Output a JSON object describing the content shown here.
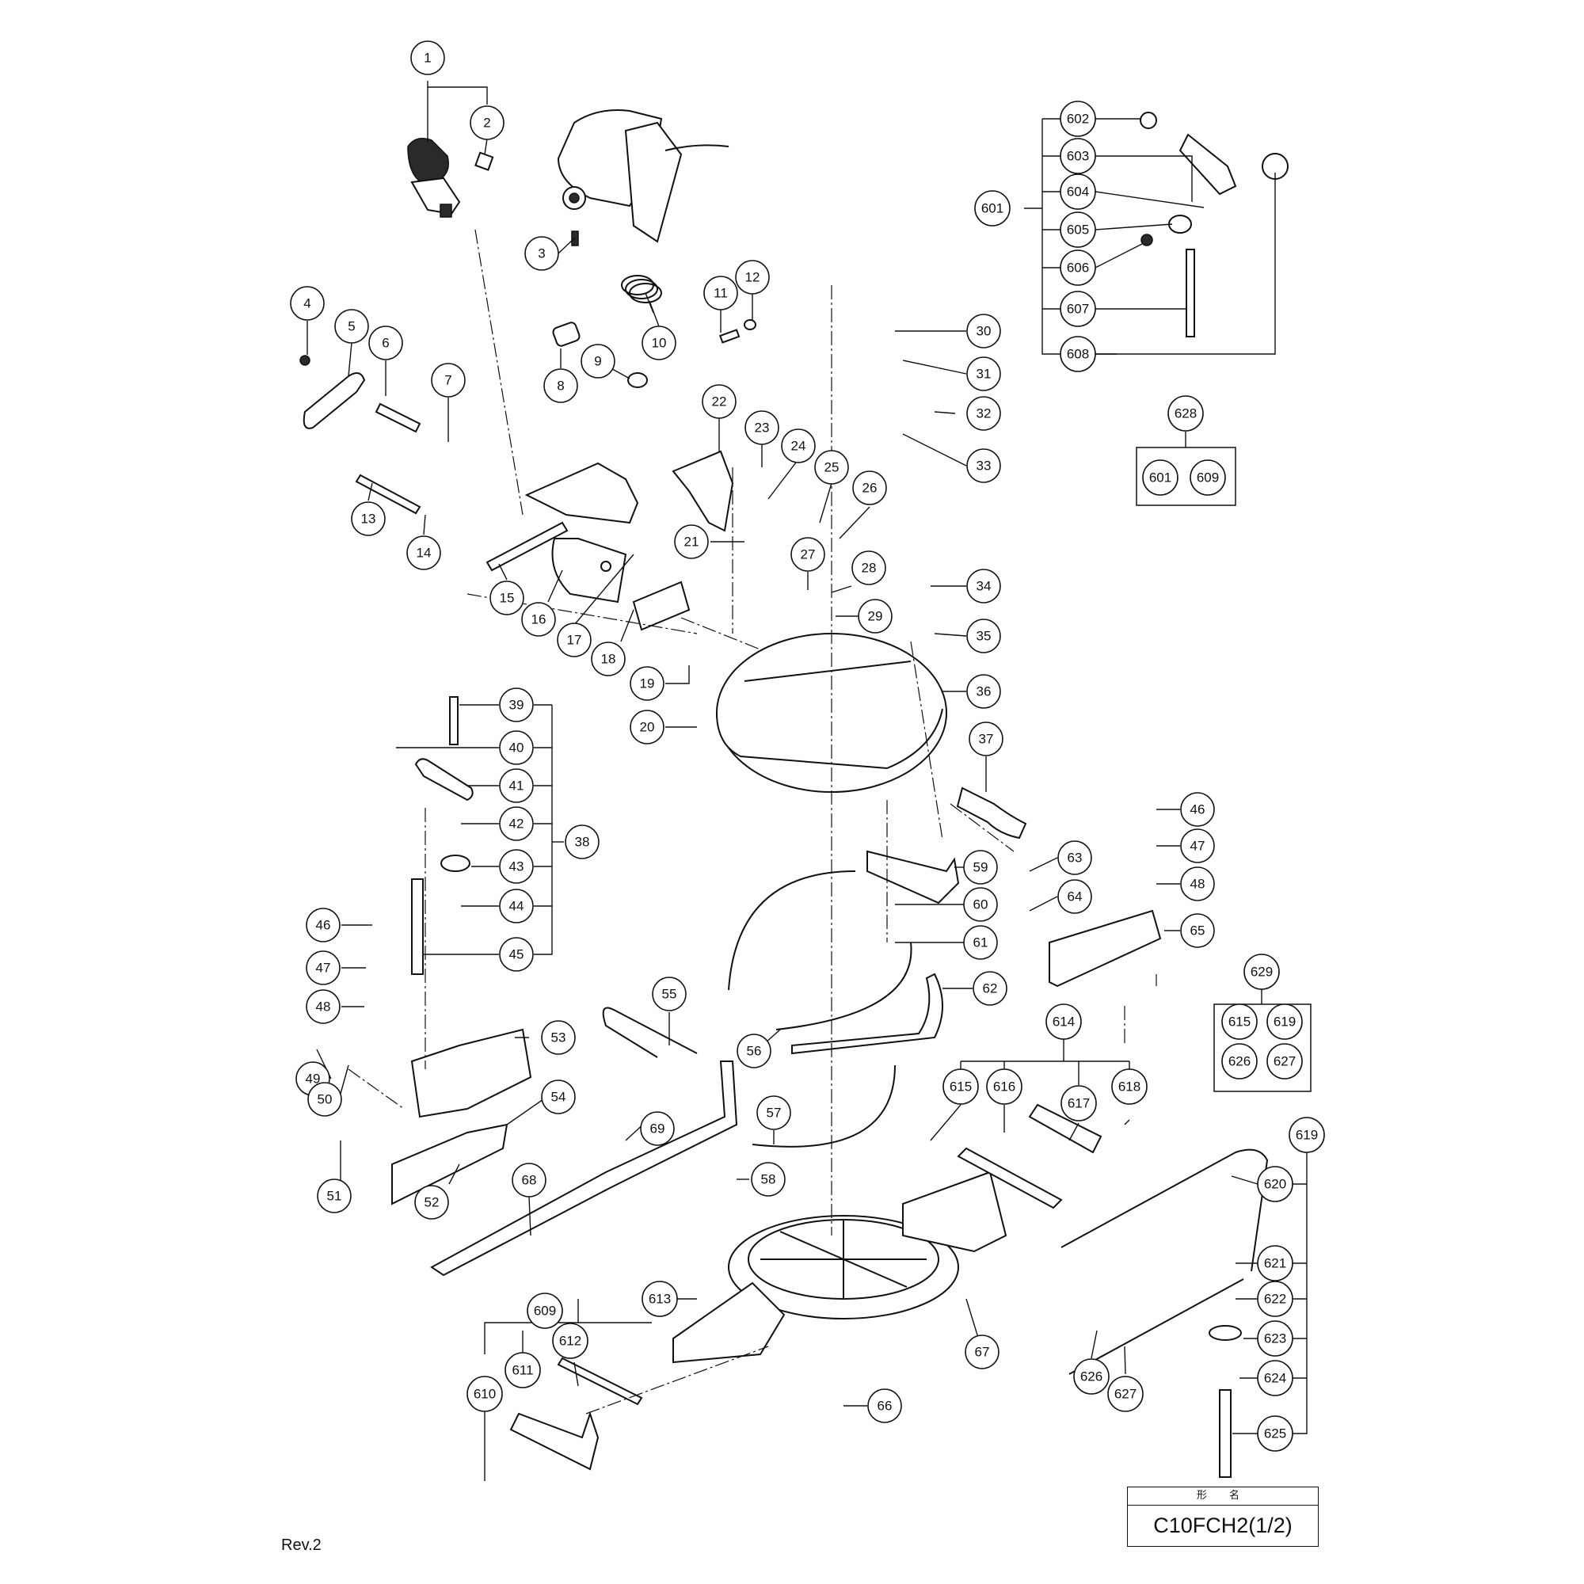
{
  "revision": "Rev.2",
  "title_block": {
    "heading": "形 名",
    "model": "C10FCH2(1/2)"
  },
  "callouts": [
    "1",
    "2",
    "3",
    "4",
    "5",
    "6",
    "7",
    "8",
    "9",
    "10",
    "11",
    "12",
    "13",
    "14",
    "15",
    "16",
    "17",
    "18",
    "19",
    "20",
    "21",
    "22",
    "23",
    "24",
    "25",
    "26",
    "27",
    "28",
    "29",
    "30",
    "31",
    "32",
    "33",
    "34",
    "35",
    "36",
    "37",
    "38",
    "39",
    "40",
    "41",
    "42",
    "43",
    "44",
    "45",
    "46",
    "47",
    "48",
    "49",
    "50",
    "51",
    "52",
    "53",
    "54",
    "55",
    "56",
    "57",
    "58",
    "59",
    "60",
    "61",
    "62",
    "63",
    "64",
    "65",
    "66",
    "67",
    "68",
    "69",
    "601",
    "602",
    "603",
    "604",
    "605",
    "606",
    "607",
    "608",
    "609",
    "610",
    "611",
    "612",
    "613",
    "614",
    "615",
    "616",
    "617",
    "618",
    "619",
    "620",
    "621",
    "622",
    "623",
    "624",
    "625",
    "626",
    "627",
    "628",
    "629"
  ],
  "sets": {
    "set_628": [
      "601",
      "609"
    ],
    "set_629": [
      "615",
      "619",
      "626",
      "627"
    ]
  }
}
